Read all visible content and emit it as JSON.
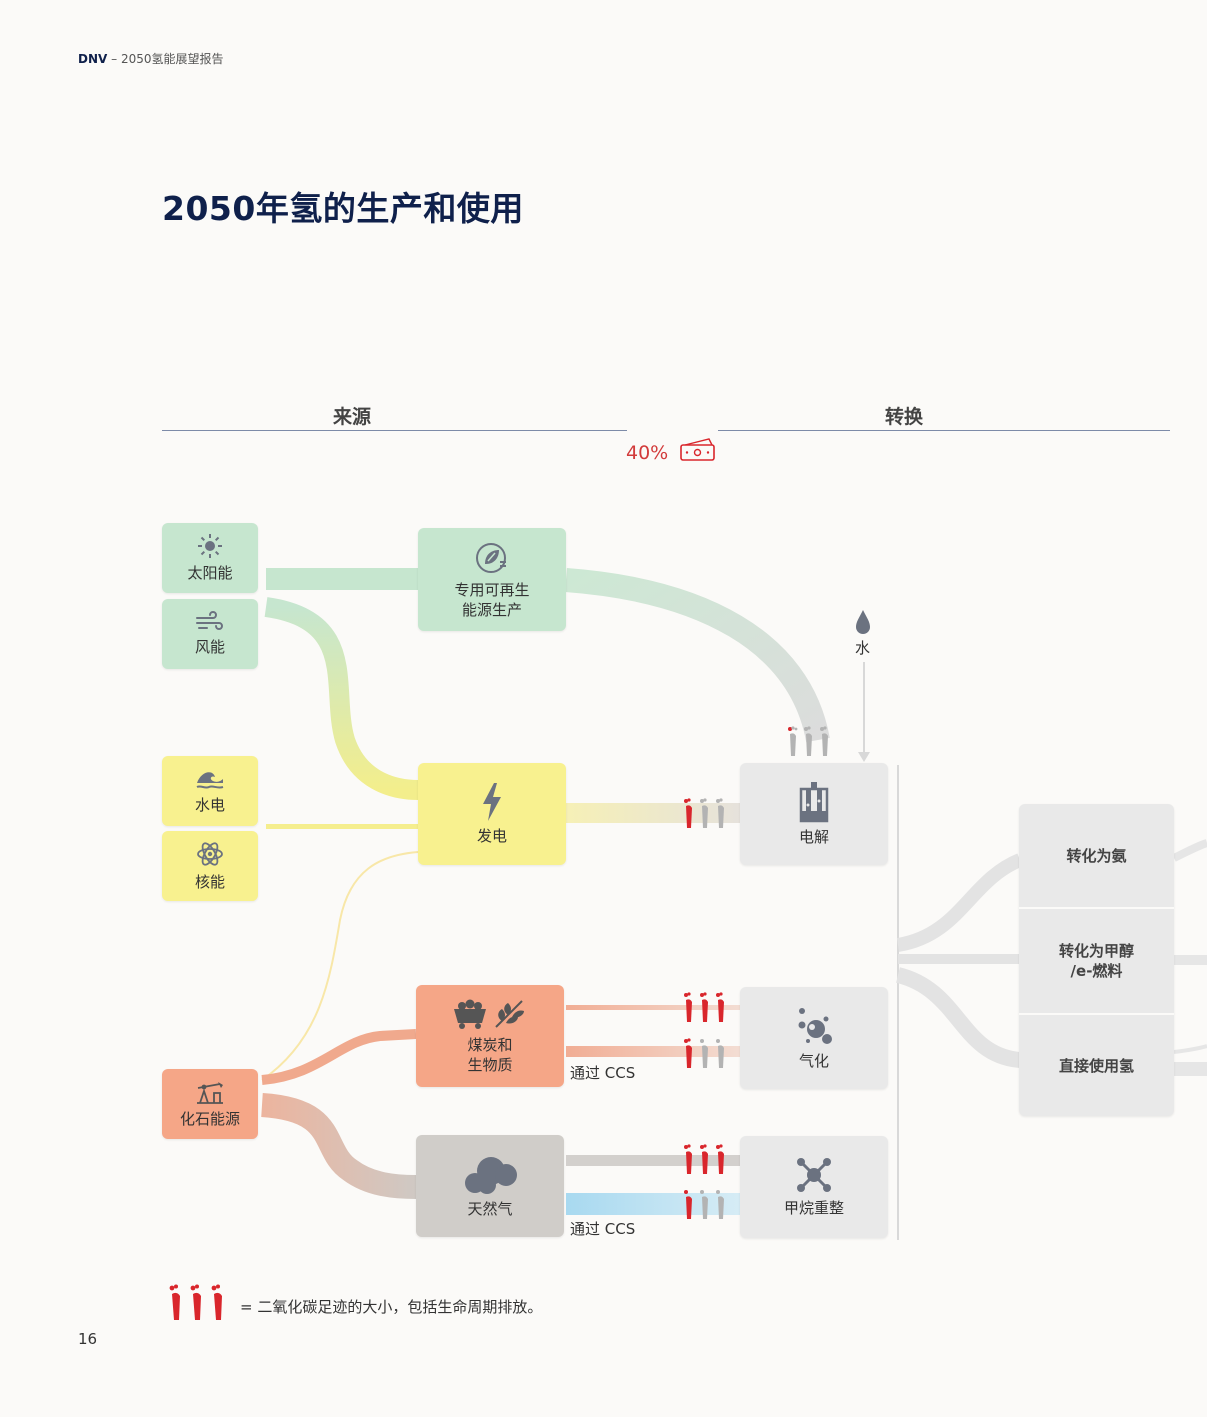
{
  "header": {
    "brand": "DNV",
    "subtitle": "– 2050氢能展望报告"
  },
  "title": "2050年氢的生产和使用",
  "sections": {
    "source": "来源",
    "conversion": "转换"
  },
  "efficiency_label": "40%",
  "water_label": "水",
  "sources": {
    "solar": "太阳能",
    "wind": "风能",
    "hydro": "水电",
    "nuclear": "核能",
    "fossil": "化石能源"
  },
  "middle": {
    "renewable": "专用可再生\n能源生产",
    "power": "发电",
    "coal_biomass": "煤炭和\n生物质",
    "natural_gas": "天然气"
  },
  "processes": {
    "electrolysis": "电解",
    "gasification": "气化",
    "methane_reforming": "甲烷重整"
  },
  "ccs_label_1": "通过 CCS",
  "ccs_label_2": "通过 CCS",
  "uses": {
    "ammonia": "转化为氨",
    "methanol": "转化为甲醇\n/e-燃料",
    "direct": "直接使用氢"
  },
  "legend": "= 二氧化碳足迹的大小，包括生命周期排放。",
  "page_number": "16",
  "colors": {
    "navy": "#0f204b",
    "red": "#d9262c",
    "grey_foot": "#b3b3b3",
    "green": "#c6e6cf",
    "yellow": "#f8f18f",
    "salmon": "#f5a687"
  }
}
